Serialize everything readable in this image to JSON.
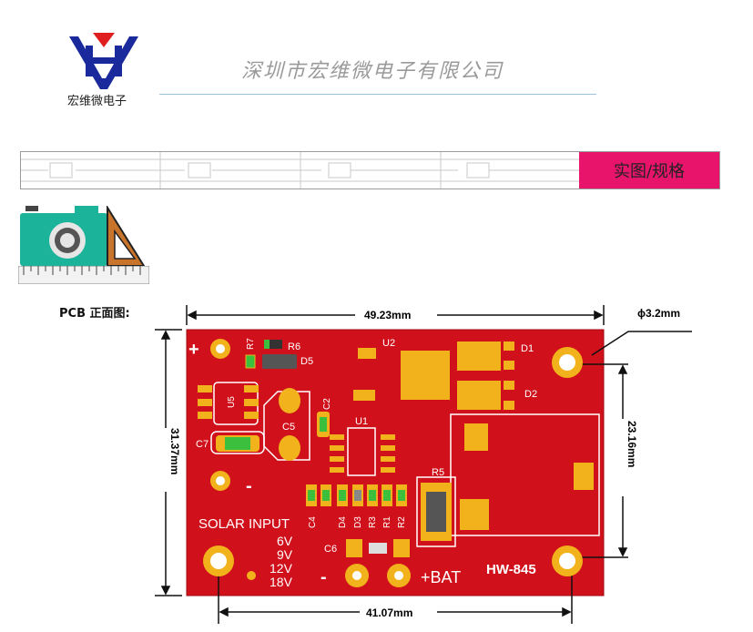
{
  "header": {
    "company_name": "深圳市宏维微电子有限公司",
    "logo_mark": "HV",
    "logo_caption": "宏维微电子"
  },
  "banner": {
    "tab_label": "实图/规格"
  },
  "icons": [
    "camera-icon",
    "triangle-ruler-icon",
    "ruler-icon"
  ],
  "section": {
    "title": "PCB 正面图:"
  },
  "dimensions": {
    "width": "49.23mm",
    "height": "31.37mm",
    "hole_diameter": "ϕ3.2mm",
    "hole_vertical_spacing": "23.16mm",
    "hole_horizontal_spacing": "41.07mm"
  },
  "pcb": {
    "labels": {
      "plus": "+",
      "minus": "-",
      "r7": "R7",
      "r6": "R6",
      "d5": "D5",
      "u2": "U2",
      "d1": "D1",
      "d2": "D2",
      "u5": "U5",
      "c2": "C2",
      "c5": "C5",
      "c7": "C7",
      "u1": "U1",
      "r5": "R5",
      "solar_input": "SOLAR INPUT",
      "v6": "6V",
      "v9": "9V",
      "v12": "12V",
      "v18": "18V",
      "c4": "C4",
      "d4": "D4",
      "d3": "D3",
      "r3": "R3",
      "r1": "R1",
      "r2": "R2",
      "c6": "C6",
      "bat_minus": "-",
      "bat": "+BAT",
      "model": "HW-845"
    }
  },
  "colors": {
    "pcb_red": "#d0101a",
    "pad_gold": "#f2b21b",
    "accent": "#e8146b",
    "camera_teal": "#1cb39b"
  }
}
